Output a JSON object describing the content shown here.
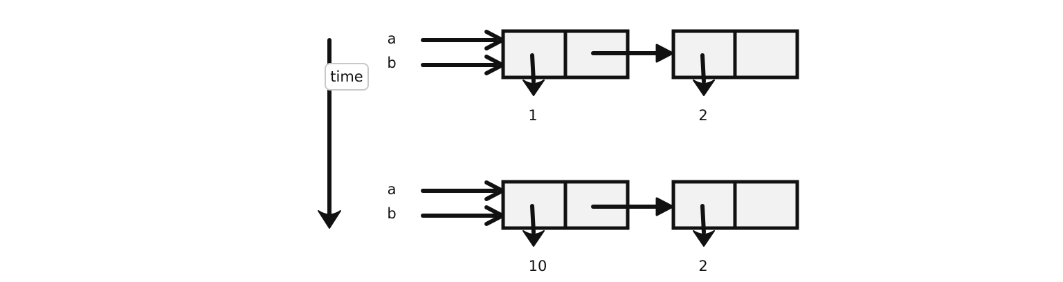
{
  "time_axis": {
    "label": "time"
  },
  "states": [
    {
      "pointers": [
        "a",
        "b"
      ],
      "nodes": [
        {
          "value": "1"
        },
        {
          "value": "2"
        }
      ]
    },
    {
      "pointers": [
        "a",
        "b"
      ],
      "nodes": [
        {
          "value": "10"
        },
        {
          "value": "2"
        }
      ]
    }
  ],
  "colors": {
    "stroke": "#111111",
    "box_fill": "#f2f2f2",
    "label_box_border": "#c8c8c8"
  }
}
